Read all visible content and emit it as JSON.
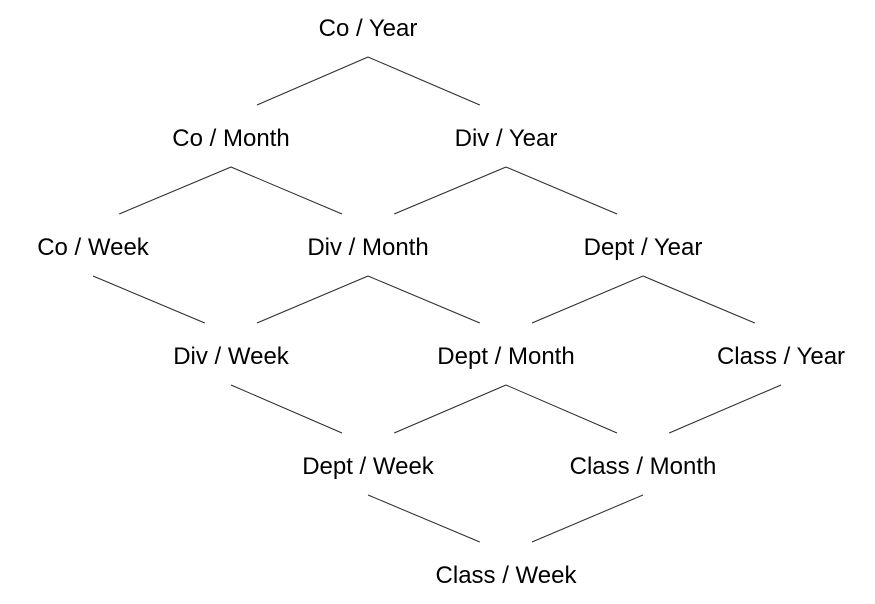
{
  "diagram": {
    "type": "aggregation-lattice",
    "nodes": [
      {
        "id": "co_year",
        "label": "Co / Year"
      },
      {
        "id": "co_month",
        "label": "Co / Month"
      },
      {
        "id": "div_year",
        "label": "Div / Year"
      },
      {
        "id": "co_week",
        "label": "Co / Week"
      },
      {
        "id": "div_month",
        "label": "Div / Month"
      },
      {
        "id": "dept_year",
        "label": "Dept / Year"
      },
      {
        "id": "div_week",
        "label": "Div / Week"
      },
      {
        "id": "dept_month",
        "label": "Dept / Month"
      },
      {
        "id": "class_year",
        "label": "Class / Year"
      },
      {
        "id": "dept_week",
        "label": "Dept / Week"
      },
      {
        "id": "class_month",
        "label": "Class / Month"
      },
      {
        "id": "class_week",
        "label": "Class / Week"
      }
    ],
    "edges": [
      {
        "from": "co_year",
        "to": "co_month"
      },
      {
        "from": "co_year",
        "to": "div_year"
      },
      {
        "from": "co_month",
        "to": "co_week"
      },
      {
        "from": "co_month",
        "to": "div_month"
      },
      {
        "from": "div_year",
        "to": "div_month"
      },
      {
        "from": "div_year",
        "to": "dept_year"
      },
      {
        "from": "co_week",
        "to": "div_week"
      },
      {
        "from": "div_month",
        "to": "div_week"
      },
      {
        "from": "div_month",
        "to": "dept_month"
      },
      {
        "from": "dept_year",
        "to": "dept_month"
      },
      {
        "from": "dept_year",
        "to": "class_year"
      },
      {
        "from": "div_week",
        "to": "dept_week"
      },
      {
        "from": "dept_month",
        "to": "dept_week"
      },
      {
        "from": "dept_month",
        "to": "class_month"
      },
      {
        "from": "class_year",
        "to": "class_month"
      },
      {
        "from": "dept_week",
        "to": "class_week"
      },
      {
        "from": "class_month",
        "to": "class_week"
      }
    ]
  }
}
